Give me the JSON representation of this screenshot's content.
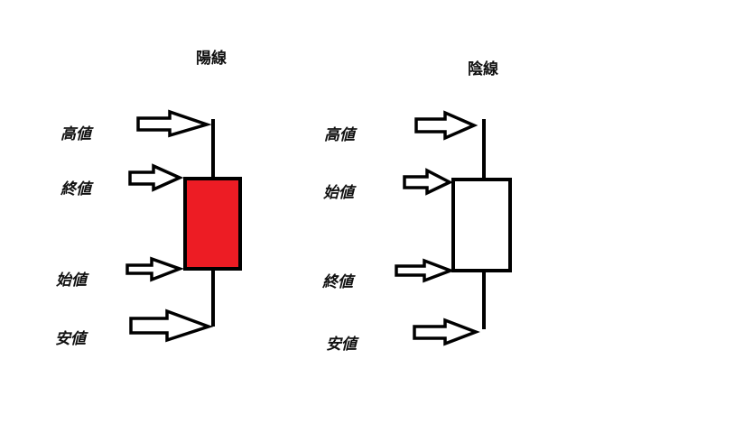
{
  "colors": {
    "bullish_body": "#ED1C24",
    "bearish_body": "#FFFFFF",
    "stroke": "#000000"
  },
  "bullish": {
    "title": "陽線",
    "labels": {
      "high": "高値",
      "close": "終値",
      "open": "始値",
      "low": "安値"
    }
  },
  "bearish": {
    "title": "陰線",
    "labels": {
      "high": "高値",
      "open": "始値",
      "close": "終値",
      "low": "安値"
    }
  }
}
